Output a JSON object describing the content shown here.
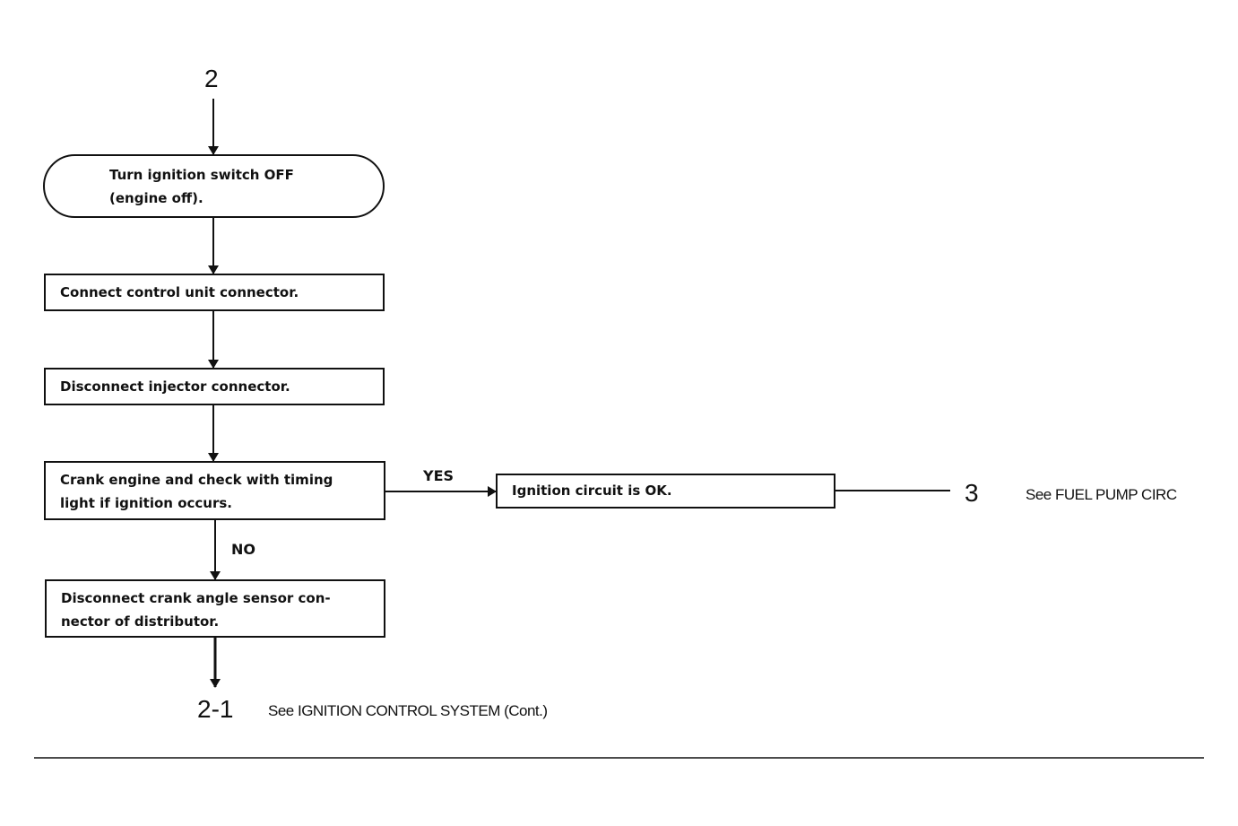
{
  "start_connector": "2",
  "steps": {
    "turn_off": [
      "Turn ignition switch OFF",
      "(engine off)."
    ],
    "connect_cu": "Connect control unit connector.",
    "disconnect_inj": "Disconnect injector connector.",
    "crank": [
      "Crank engine and check with timing",
      "light if ignition occurs."
    ],
    "disconnect_cas": [
      "Disconnect crank angle sensor con-",
      "nector of distributor."
    ],
    "ok": "Ignition circuit is OK."
  },
  "branches": {
    "yes": "YES",
    "no": "NO"
  },
  "yes_connector": {
    "number": "3",
    "note": "See FUEL PUMP CIRC"
  },
  "end_connector": {
    "number": "2-1",
    "note": "See IGNITION CONTROL SYSTEM (Cont.)"
  }
}
